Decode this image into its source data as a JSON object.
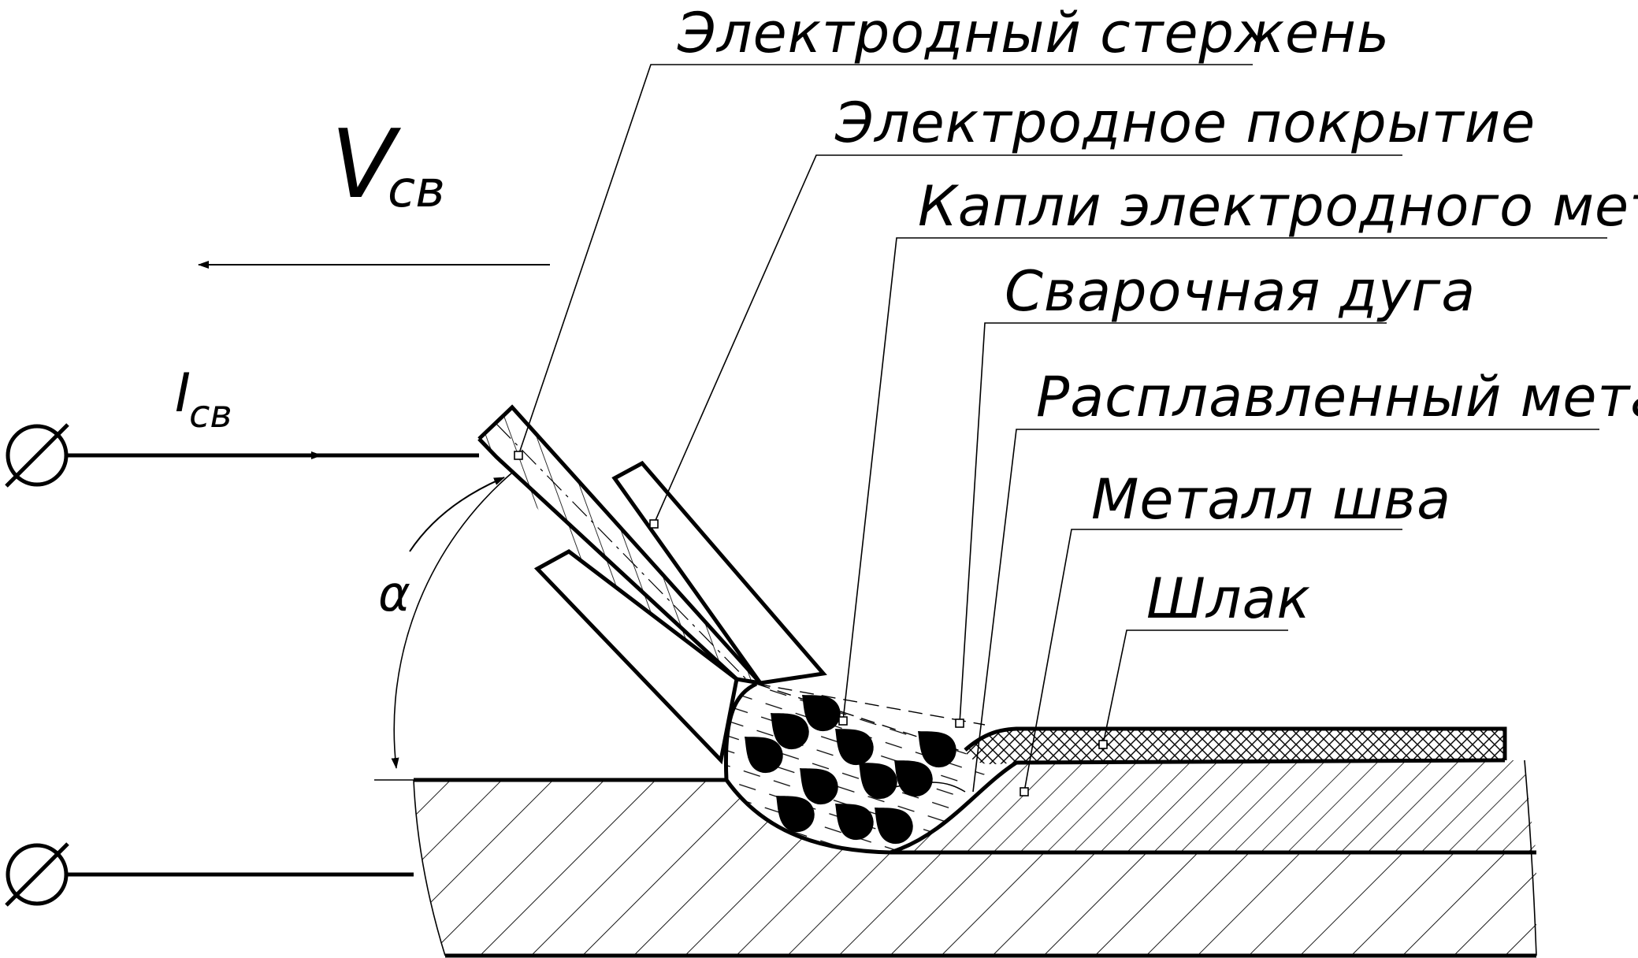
{
  "labels": {
    "electrode_rod": "Электродный стержень",
    "electrode_coating": "Электродное покрытие",
    "metal_drops": "Капли электродного металла",
    "welding_arc": "Сварочная дуга",
    "molten_metal": "Расплавленный металл",
    "weld_metal": "Металл шва",
    "slag": "Шлак"
  },
  "symbols": {
    "velocity_main": "V",
    "velocity_sub": "св",
    "current_main": "I",
    "current_sub": "св",
    "angle": "α",
    "terminal_top": "∅",
    "terminal_bottom": "∅"
  }
}
